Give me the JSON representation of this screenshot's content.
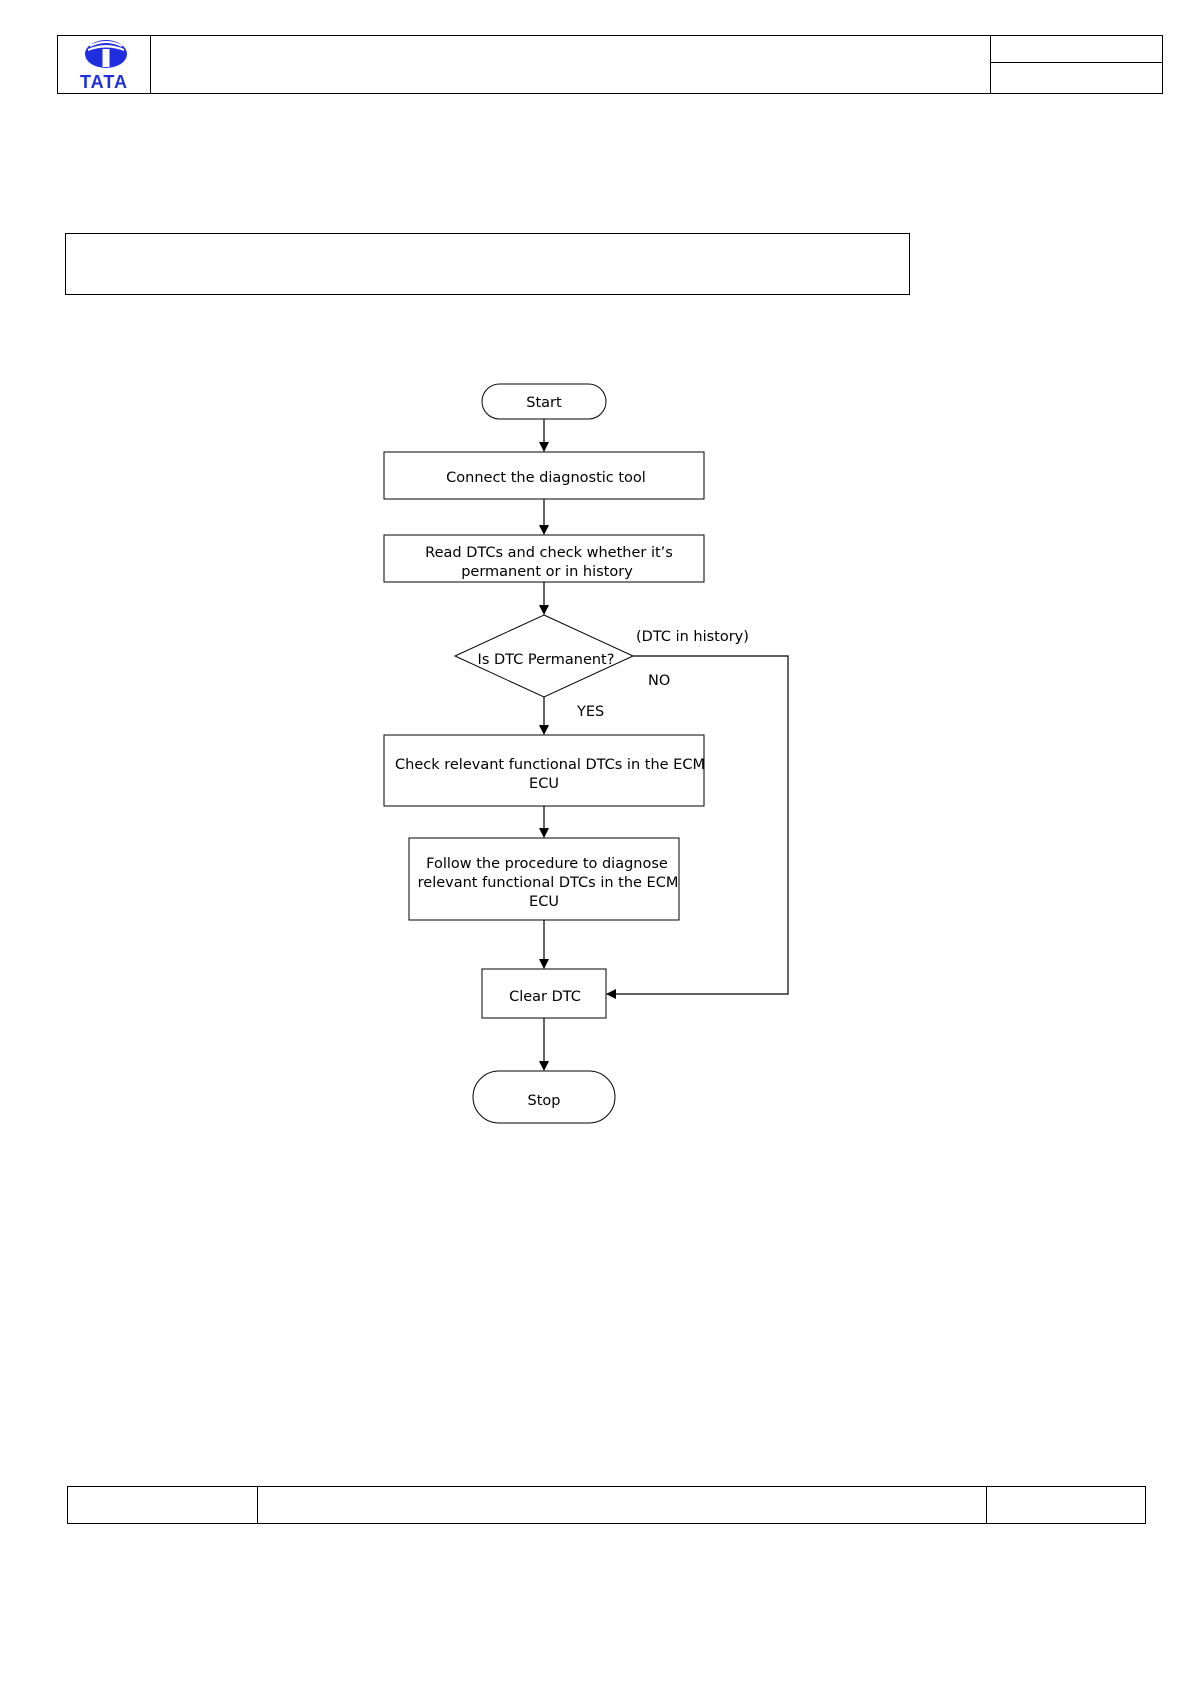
{
  "brand": {
    "name": "TATA",
    "color": "#1f2fe0"
  },
  "flowchart": {
    "start": "Start",
    "connect": "Connect the diagnostic tool",
    "read_line1": "Read DTCs and check whether it’s",
    "read_line2": "permanent or in history",
    "decision": "Is DTC Permanent?",
    "history_label": "(DTC in history)",
    "no_label": "NO",
    "yes_label": "YES",
    "check_line1": "Check relevant  functional DTCs in the ECM",
    "check_line2": "ECU",
    "follow_line1": "Follow the procedure to diagnose",
    "follow_line2": "relevant  functional DTCs in the ECM",
    "follow_line3": "ECU",
    "clear": "Clear DTC",
    "stop": "Stop"
  }
}
